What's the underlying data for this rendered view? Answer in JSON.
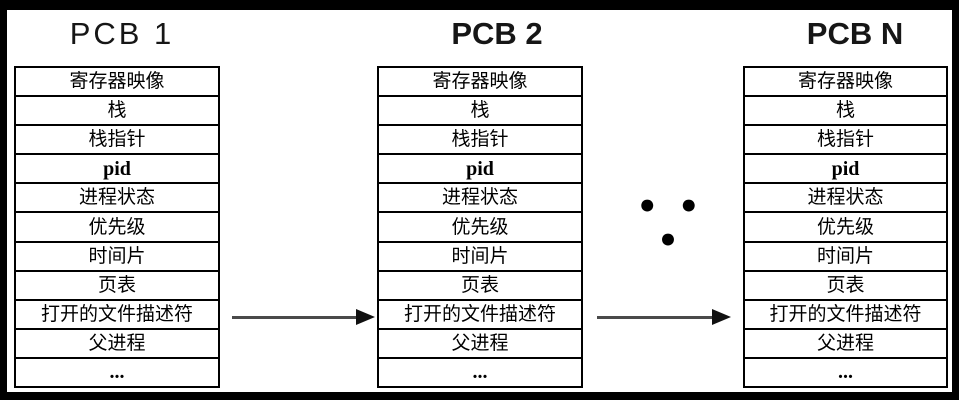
{
  "pcbs": [
    {
      "title": "PCB 1",
      "rows": [
        "寄存器映像",
        "栈",
        "栈指针",
        "pid",
        "进程状态",
        "优先级",
        "时间片",
        "页表",
        "打开的文件描述符",
        "父进程",
        "..."
      ]
    },
    {
      "title": "PCB 2",
      "rows": [
        "寄存器映像",
        "栈",
        "栈指针",
        "pid",
        "进程状态",
        "优先级",
        "时间片",
        "页表",
        "打开的文件描述符",
        "父进程",
        "..."
      ]
    },
    {
      "title": "PCB N",
      "rows": [
        "寄存器映像",
        "栈",
        "栈指针",
        "pid",
        "进程状态",
        "优先级",
        "时间片",
        "页表",
        "打开的文件描述符",
        "父进程",
        "..."
      ]
    }
  ],
  "separator": {
    "ellipsis": "• • •"
  },
  "colors": {
    "frame": "#000000",
    "background": "#ffffff",
    "table_border": "#000000",
    "text": "#000000",
    "arrow_line": "#4a4a4a",
    "arrow_head": "#111111"
  }
}
